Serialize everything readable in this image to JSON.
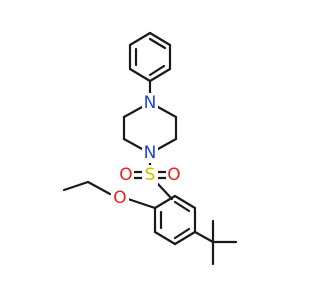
{
  "diagram": {
    "type": "chemical-structure",
    "colors": {
      "bond": "#1a1a1a",
      "N": "#1f3fd8",
      "O": "#e8221c",
      "S": "#c8c200",
      "background": "#ffffff"
    },
    "atoms": [
      {
        "id": "n_top",
        "element": "N",
        "label": "N"
      },
      {
        "id": "n_bottom",
        "element": "N",
        "label": "N"
      },
      {
        "id": "s",
        "element": "S",
        "label": "S"
      },
      {
        "id": "o_left",
        "element": "O",
        "label": "O"
      },
      {
        "id": "o_right",
        "element": "O",
        "label": "O"
      },
      {
        "id": "o_ether",
        "element": "O",
        "label": "O"
      }
    ]
  }
}
